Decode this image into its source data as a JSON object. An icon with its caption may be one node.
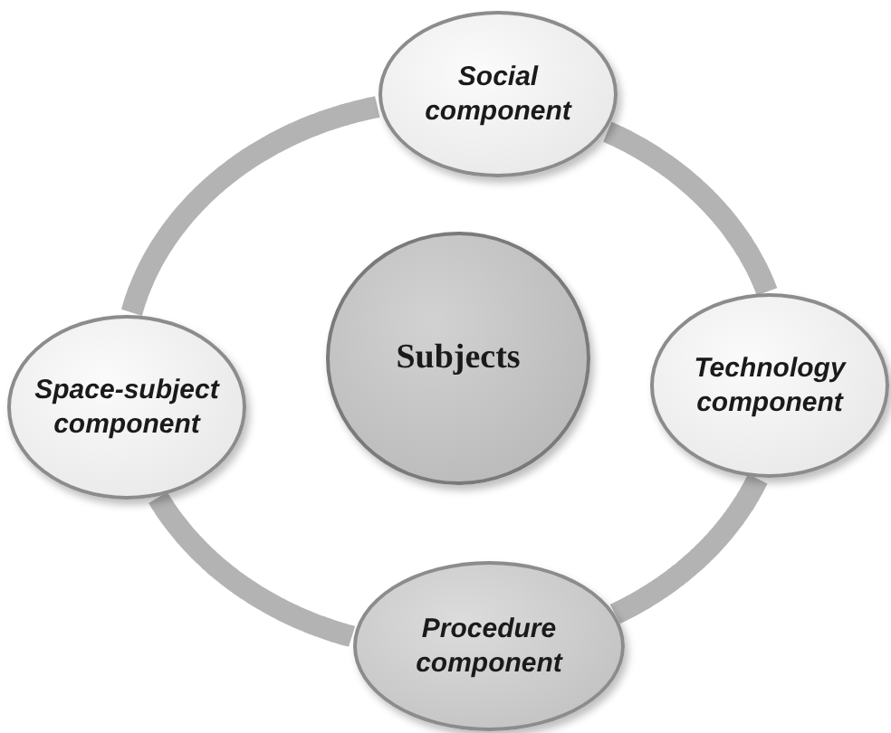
{
  "diagram": {
    "nodes": [
      {
        "text": [
          "Social component"
        ]
      },
      {
        "text": [
          "Space-subject component"
        ]
      },
      {
        "text": [
          "Subjects"
        ]
      },
      {
        "text": [
          "Technology component"
        ]
      },
      {
        "text": [
          "Procedure component"
        ]
      }
    ],
    "edges": [
      {
        "from": 0,
        "to": 3,
        "arrow": "none"
      },
      {
        "from": 3,
        "to": 4,
        "arrow": "none"
      },
      {
        "from": 4,
        "to": 1,
        "arrow": "none"
      },
      {
        "from": 1,
        "to": 0,
        "arrow": "none"
      }
    ]
  }
}
